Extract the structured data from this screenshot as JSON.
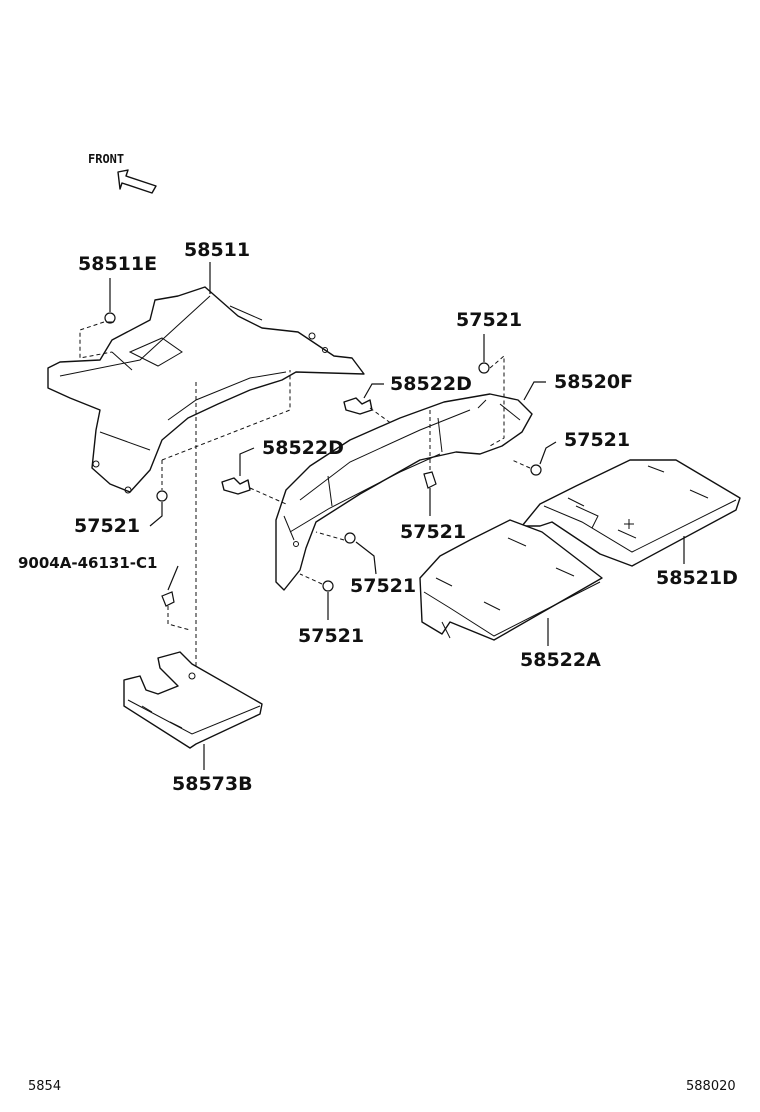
{
  "diagram": {
    "front_label": "FRONT",
    "callouts": {
      "p58511E": "58511E",
      "p58511": "58511",
      "p57521_a": "57521",
      "p58522D_a": "58522D",
      "p58520F": "58520F",
      "p57521_b": "57521",
      "p58522D_b": "58522D",
      "p57521_c": "57521",
      "p57521_d": "57521",
      "p9004A": "9004A-46131-C1",
      "p57521_e": "57521",
      "p58521D": "58521D",
      "p57521_f": "57521",
      "p58522A": "58522A",
      "p58573B": "58573B"
    },
    "footer": {
      "left_code": "5854",
      "right_code": "588020"
    }
  }
}
